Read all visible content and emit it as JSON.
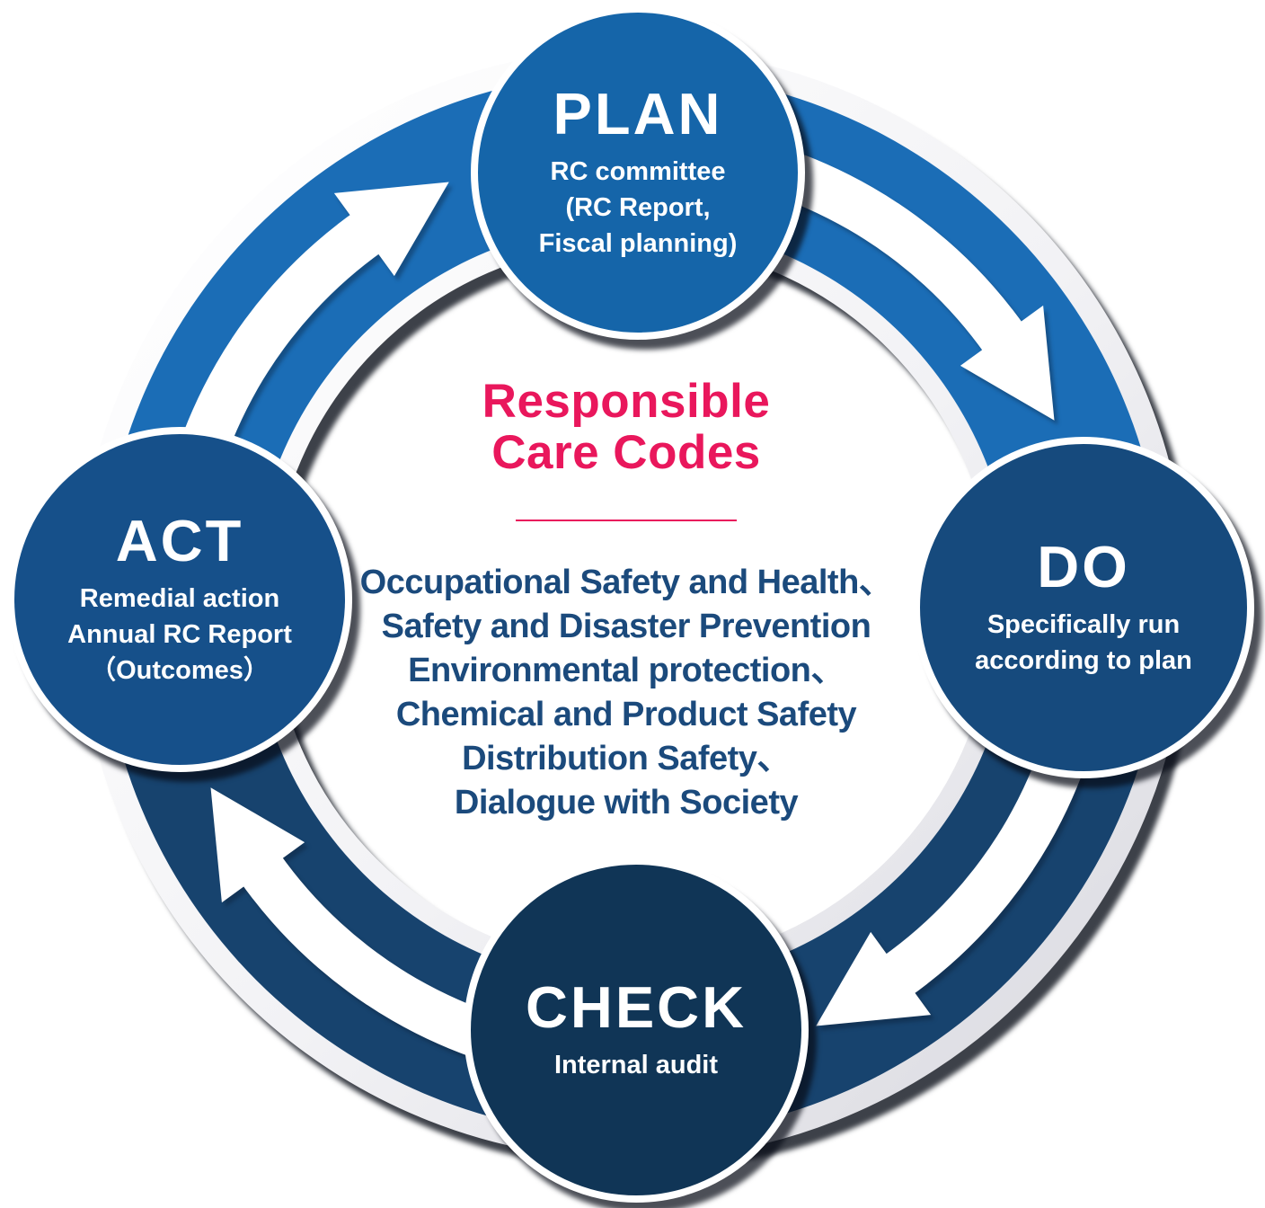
{
  "colors": {
    "plan_circle": "#1565a9",
    "do_circle": "#164a7d",
    "check_circle": "#103556",
    "act_circle": "#16508a",
    "arc_top_blue": "#1b6db6",
    "arc_bottom_navy": "#17436e",
    "accent_pink": "#e9175c",
    "codes_text_blue": "#1b4a7c",
    "arrow_white": "#ffffff"
  },
  "center": {
    "title_lines": [
      "Responsible",
      "Care Codes"
    ],
    "codes": [
      "Occupational Safety and Health、",
      "Safety and Disaster Prevention",
      "Environmental protection、",
      "Chemical and Product Safety",
      "Distribution Safety、",
      "Dialogue with Society"
    ]
  },
  "nodes": {
    "plan": {
      "title": "PLAN",
      "lines": [
        "RC committee",
        "(RC Report,",
        "Fiscal planning)"
      ]
    },
    "do": {
      "title": "DO",
      "lines": [
        "Specifically run",
        "according to plan"
      ]
    },
    "check": {
      "title": "CHECK",
      "lines": [
        "Internal audit"
      ]
    },
    "act": {
      "title": "ACT",
      "lines": [
        "Remedial action",
        "Annual RC Report",
        "（Outcomes）"
      ]
    }
  }
}
